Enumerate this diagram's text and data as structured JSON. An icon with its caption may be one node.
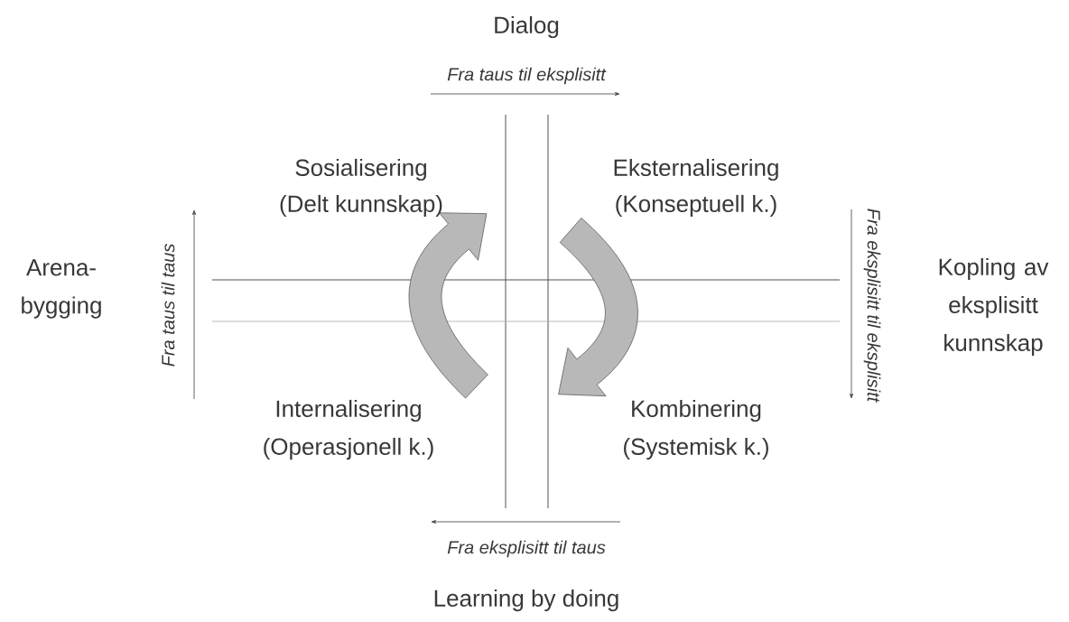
{
  "diagram": {
    "labels": [
      "Dialog",
      "Fra taus til eksplisitt",
      "Sosialisering",
      "(Delt kunnskap)",
      "Eksternalisering",
      "(Konseptuell k.)",
      "Fra taus til taus",
      "Arena-bygging",
      "Fra eksplisitt til eksplisitt",
      "Kopling av eksplisitt kunnskap",
      "Internalisering",
      "(Operasjonell k.)",
      "Kombinering",
      "(Systemisk k.)",
      "Fra eksplisitt til taus",
      "Learning by doing"
    ]
  }
}
